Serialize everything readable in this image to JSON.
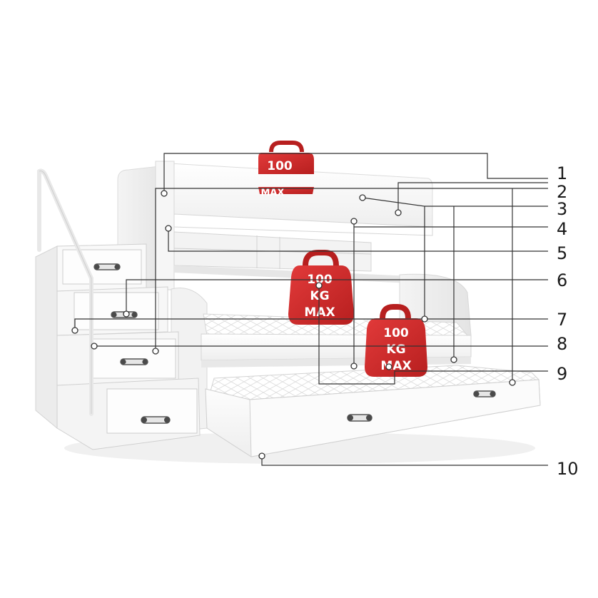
{
  "weights": [
    {
      "lines": [
        "100",
        "MAX"
      ]
    },
    {
      "lines": [
        "100",
        "KG",
        "MAX"
      ]
    },
    {
      "lines": [
        "100",
        "KG",
        "MAX"
      ]
    }
  ],
  "callouts": [
    "1",
    "2",
    "3",
    "4",
    "5",
    "6",
    "7",
    "8",
    "9",
    "10"
  ],
  "colors": {
    "weight_red": "#d62b2b",
    "weight_dark": "#a81e1e",
    "line": "#333333",
    "furniture": "#f7f7f7",
    "furniture_edge": "#d9d9d9",
    "shadow": "#e9e9e9",
    "handle": "#4a4a4a"
  }
}
